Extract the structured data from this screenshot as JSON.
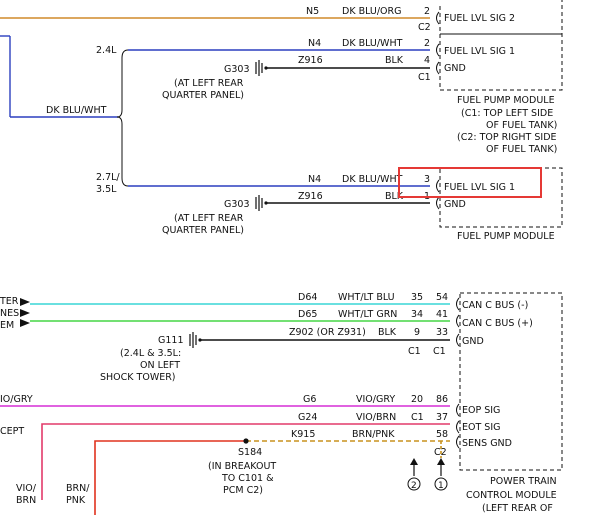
{
  "top": {
    "circuit": "N5",
    "color": "DK BLU/ORG",
    "pin": "2",
    "connector": "C2",
    "signal": "FUEL LVL SIG 2"
  },
  "block1": {
    "variant": "2.4L",
    "sig_circuit": "N4",
    "sig_color": "DK BLU/WHT",
    "sig_pin": "2",
    "sig_name": "FUEL LVL SIG 1",
    "gnd_circuit": "Z916",
    "gnd_color": "BLK",
    "gnd_pin": "4",
    "gnd_name": "GND",
    "connector": "C1",
    "ground": "G303",
    "ground_loc1": "(AT LEFT REAR",
    "ground_loc2": "QUARTER PANEL)",
    "module": "FUEL PUMP MODULE",
    "note1": "(C1: TOP LEFT SIDE",
    "note2": "OF FUEL TANK)",
    "note3": "(C2: TOP RIGHT SIDE",
    "note4": "OF FUEL TANK)"
  },
  "splice_color": "DK BLU/WHT",
  "block2": {
    "variant1": "2.7L/",
    "variant2": "3.5L",
    "sig_circuit": "N4",
    "sig_color": "DK BLU/WHT",
    "sig_pin": "3",
    "sig_name": "FUEL LVL SIG 1",
    "gnd_circuit": "Z916",
    "gnd_color": "BLK",
    "gnd_pin": "1",
    "gnd_name": "GND",
    "ground": "G303",
    "ground_loc1": "(AT LEFT REAR",
    "ground_loc2": "QUARTER PANEL)",
    "module": "FUEL PUMP MODULE"
  },
  "can": {
    "left1": "TER",
    "left2": "NES",
    "left3": "EM",
    "row1": {
      "circuit": "D64",
      "color": "WHT/LT BLU",
      "pin_a": "35",
      "pin_b": "54",
      "signal": "CAN C BUS (-)"
    },
    "row2": {
      "circuit": "D65",
      "color": "WHT/LT GRN",
      "pin_a": "34",
      "pin_b": "41",
      "signal": "CAN C BUS (+)"
    },
    "row3": {
      "circuit": "Z902 (OR Z931)",
      "color": "BLK",
      "pin_a": "9",
      "pin_b": "33",
      "signal": "GND"
    },
    "conn_a": "C1",
    "conn_b": "C1",
    "ground": "G111",
    "ground_loc1": "(2.4L & 3.5L:",
    "ground_loc2": "ON LEFT",
    "ground_loc3": "SHOCK TOWER)"
  },
  "pcm": {
    "left_color": "IO/GRY",
    "left_text": "CEPT",
    "row1": {
      "circuit": "G6",
      "color": "VIO/GRY",
      "pin_a": "20",
      "pin_b": "86",
      "signal": "EOP SIG"
    },
    "row2": {
      "circuit": "G24",
      "color": "VIO/BRN",
      "pin_a": "C1",
      "pin_b": "37",
      "signal": "EOT SIG"
    },
    "row3": {
      "circuit": "K915",
      "color": "BRN/PNK",
      "pin_b": "58",
      "signal": "SENS GND"
    },
    "conn": "C2",
    "splice": "S184",
    "splice_loc1": "(IN BREAKOUT",
    "splice_loc2": "TO C101 &",
    "splice_loc3": "PCM C2)",
    "bottom_left1a": "VIO/",
    "bottom_left1b": "BRN",
    "bottom_left2a": "BRN/",
    "bottom_left2b": "PNK",
    "ref1": "2",
    "ref2": "1",
    "module1": "POWER TRAIN",
    "module2": "CONTROL MODULE",
    "module3": "(LEFT REAR OF"
  },
  "colors": {
    "wire_blue": "#2b3fbf",
    "wire_black": "#111111",
    "wire_orange": "#d08a2a",
    "wire_cyan": "#39d6d6",
    "wire_green": "#45d645",
    "wire_violet": "#d62fd6",
    "wire_pink": "#e23a6a",
    "wire_red": "#e0321e",
    "wire_brown": "#c8921e",
    "highlight": "#e53935"
  }
}
